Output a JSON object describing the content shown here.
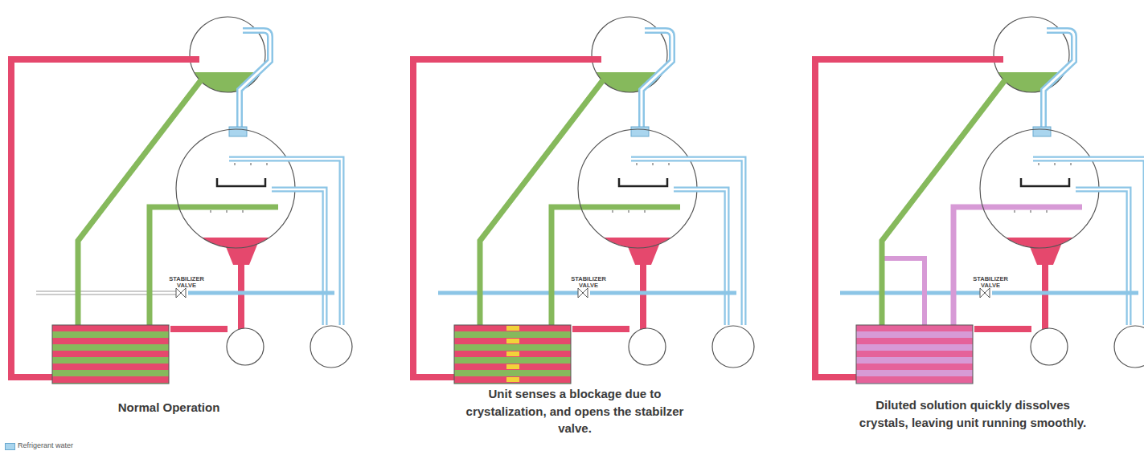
{
  "diagram": {
    "labels": [
      "STABILIZER VALVE",
      "STABILIZER VALVE",
      "STABILIZER VALVE",
      "Normal Operation",
      "Unit senses a blockage due to crystalization, and opens the stabilzer valve.",
      "Diluted solution quickly dissolves crystals, leaving unit running smoothly."
    ],
    "legend": [
      {
        "text": "Refrigerant water",
        "color": "#a9d5ee"
      }
    ]
  }
}
